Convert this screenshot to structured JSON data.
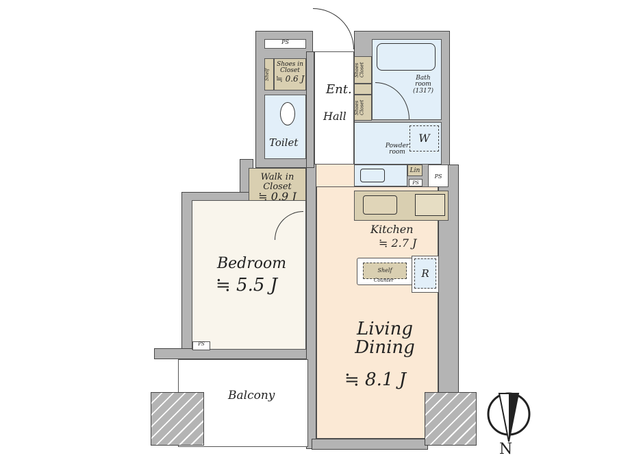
{
  "rooms": {
    "ps_top": "PS",
    "shelf": "Shelf",
    "shoes_in_closet": "Shoes in Closet",
    "shoes_in_closet_area": "≒ 0.6 J",
    "entrance": "Ent.",
    "hall": "Hall",
    "shoes_closet_1": "Shoes Closet",
    "shoes_closet_2": "Shoes Closet",
    "bathroom": "Bath room (1317)",
    "toilet": "Toilet",
    "powder_room": "Powder room",
    "washer": "W",
    "linen": "Lin",
    "ps_small": "PS",
    "ps_right": "PS",
    "walk_in_closet": "Walk in Closet",
    "walk_in_closet_area": "≒ 0.9 J",
    "kitchen": "Kitchen",
    "kitchen_area": "≒ 2.7 J",
    "counter_shelf": "Shelf",
    "counter": "Counter",
    "refrigerator": "R",
    "bedroom": "Bedroom",
    "bedroom_area": "≒ 5.5 J",
    "ps_bedroom": "PS",
    "living_dining": "Living Dining",
    "living_dining_area": "≒ 8.1 J",
    "balcony": "Balcony"
  },
  "compass": {
    "north": "N"
  }
}
